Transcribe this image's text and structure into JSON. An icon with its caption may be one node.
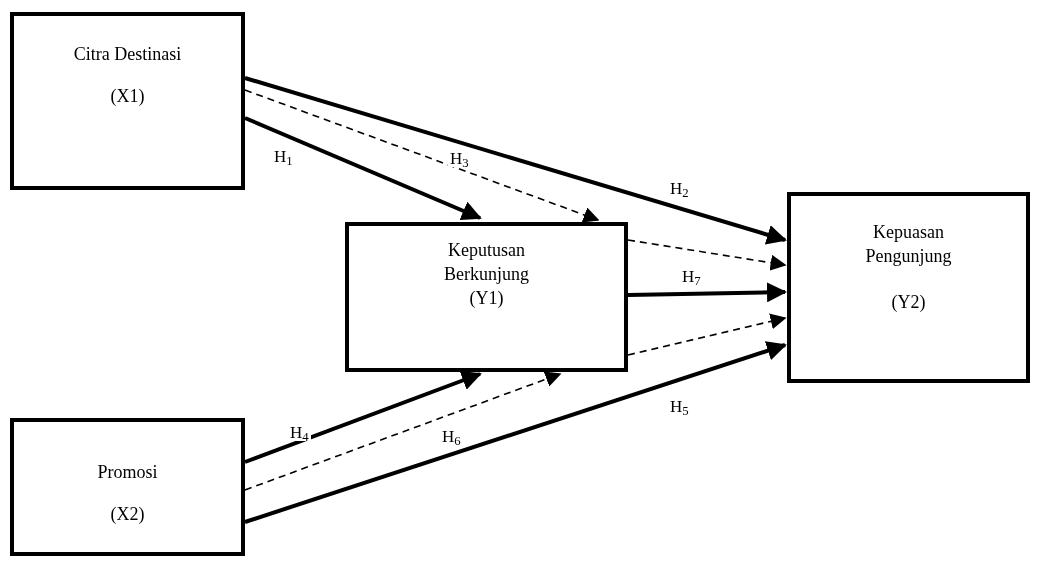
{
  "diagram": {
    "nodes": [
      {
        "text": [
          "Citra Destinasi",
          "(X1)"
        ]
      },
      {
        "text": [
          "Keputusan Berkunjung",
          "(Y1)"
        ]
      },
      {
        "text": [
          "Kepuasan Pengunjung",
          "(Y2)"
        ]
      },
      {
        "text": [
          "Promosi",
          "(X2)"
        ]
      }
    ],
    "edges": [
      {
        "from": 0,
        "to": 2,
        "arrow": "to",
        "label": "H$_{2}$"
      },
      {
        "from": 0,
        "to": 1,
        "arrow": "to",
        "label": "H$_{1}$"
      },
      {
        "from": 0,
        "to": 1,
        "arrow": "to",
        "label": "H$_{3}$",
        "style": "dashed"
      },
      {
        "from": 1,
        "to": 2,
        "arrow": "to",
        "style": "dashed"
      },
      {
        "from": 1,
        "to": 2,
        "arrow": "to",
        "label": "H$_{7}$"
      },
      {
        "from": 1,
        "to": 2,
        "arrow": "to",
        "style": "dashed"
      },
      {
        "from": 3,
        "to": 1,
        "arrow": "to",
        "label": "H$_{4}$"
      },
      {
        "from": 3,
        "to": 1,
        "arrow": "to",
        "label": "H$_{6}$",
        "style": "dashed"
      },
      {
        "from": 3,
        "to": 2,
        "arrow": "to",
        "label": "H$_{5}$"
      }
    ]
  }
}
